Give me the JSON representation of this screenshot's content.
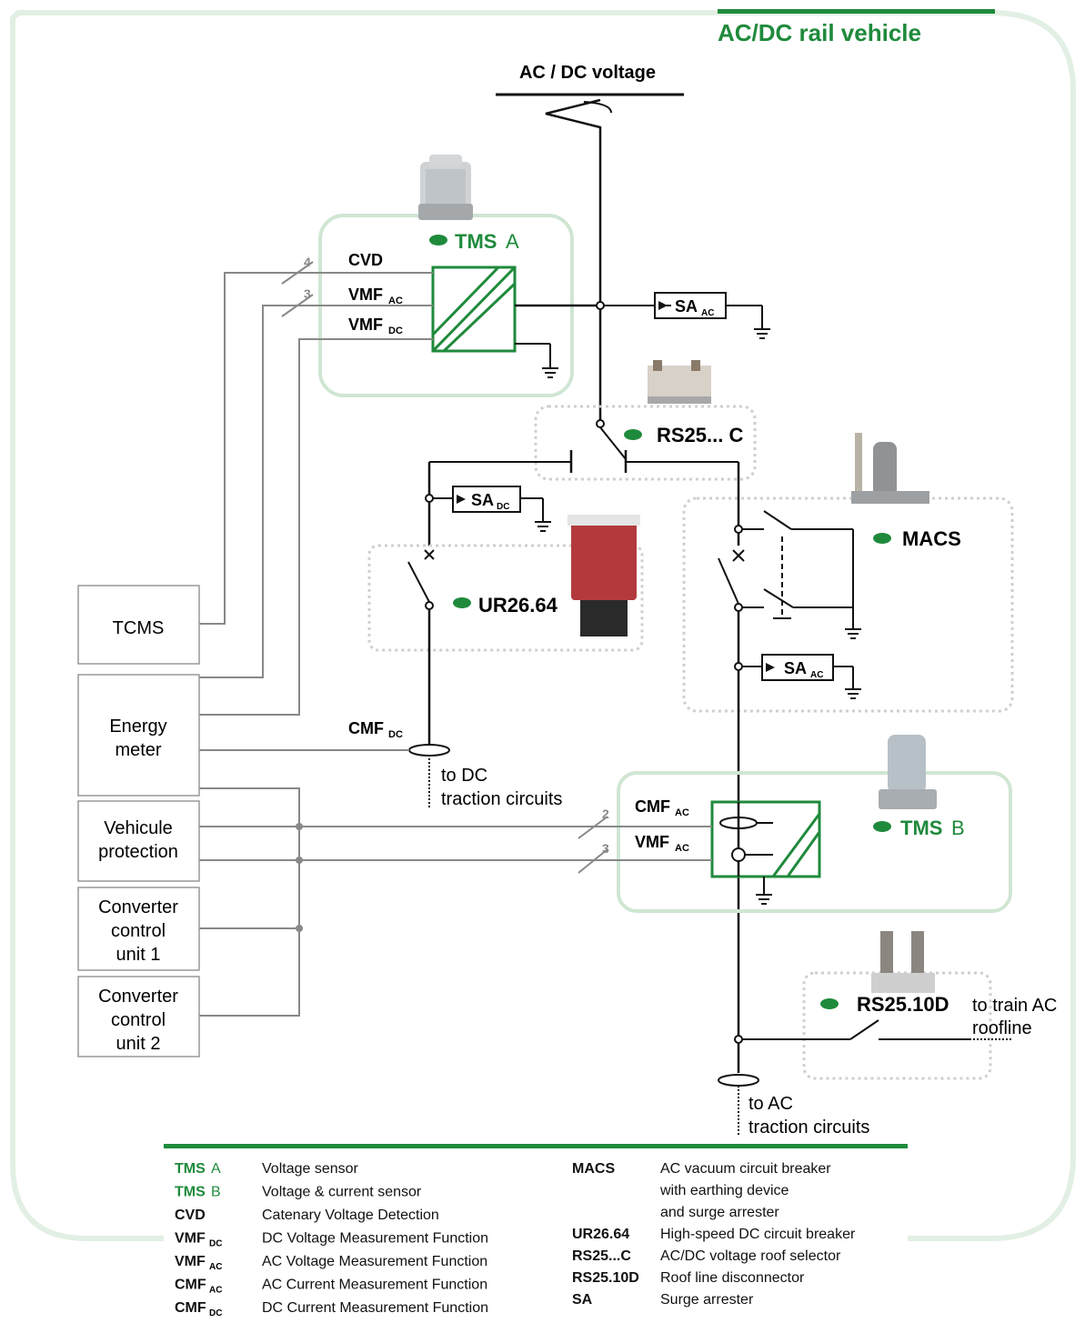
{
  "header": {
    "title": "AC/DC rail vehicle"
  },
  "supply": {
    "label": "AC / DC voltage"
  },
  "components": {
    "tms_a": {
      "name": "TMS",
      "suffix": "A"
    },
    "tms_b": {
      "name": "TMS",
      "suffix": "B"
    },
    "rs25c": "RS25... C",
    "macs": "MACS",
    "ur2664": "UR26.64",
    "rs2510d": "RS25.10D",
    "cvd": "CVD",
    "vmf_ac_a": {
      "base": "VMF",
      "sub": "AC"
    },
    "vmf_dc_a": {
      "base": "VMF",
      "sub": "DC"
    },
    "cmf_dc": {
      "base": "CMF",
      "sub": "DC"
    },
    "cmf_ac_b": {
      "base": "CMF",
      "sub": "AC"
    },
    "vmf_ac_b": {
      "base": "VMF",
      "sub": "AC"
    },
    "sa_ac_top": {
      "base": "SA",
      "sub": "AC"
    },
    "sa_dc": {
      "base": "SA",
      "sub": "DC"
    },
    "sa_ac_macs": {
      "base": "SA",
      "sub": "AC"
    }
  },
  "wire_counts": {
    "cvd": "4",
    "vmf_ac": "3",
    "cmf_ac_b": "2",
    "vmf_ac_b": "3"
  },
  "left_boxes": {
    "tcms": [
      "TCMS"
    ],
    "energy_meter": [
      "Energy",
      "meter"
    ],
    "vehicle_protection": [
      "Vehicule",
      "protection"
    ],
    "ccu1": [
      "Converter",
      "control",
      "unit 1"
    ],
    "ccu2": [
      "Converter",
      "control",
      "unit 2"
    ]
  },
  "notes": {
    "to_dc": [
      "to DC",
      "traction circuits"
    ],
    "to_ac": [
      "to AC",
      "traction circuits"
    ],
    "to_train": [
      "to train AC",
      "roofline"
    ]
  },
  "legend": {
    "left": [
      {
        "key": "TMS",
        "key_suffix": "A",
        "sub": "",
        "desc": "Voltage sensor",
        "green": true
      },
      {
        "key": "TMS",
        "key_suffix": "B",
        "sub": "",
        "desc": "Voltage & current sensor",
        "green": true
      },
      {
        "key": "CVD",
        "key_suffix": "",
        "sub": "",
        "desc": "Catenary Voltage Detection",
        "green": false
      },
      {
        "key": "VMF",
        "key_suffix": "",
        "sub": "DC",
        "desc": "DC Voltage Measurement Function",
        "green": false
      },
      {
        "key": "VMF",
        "key_suffix": "",
        "sub": "AC",
        "desc": "AC Voltage Measurement Function",
        "green": false
      },
      {
        "key": "CMF",
        "key_suffix": "",
        "sub": "AC",
        "desc": "AC Current Measurement Function",
        "green": false
      },
      {
        "key": "CMF",
        "key_suffix": "",
        "sub": "DC",
        "desc": "DC Current Measurement Function",
        "green": false
      }
    ],
    "right": [
      {
        "key": "MACS",
        "desc": [
          "AC vacuum circuit breaker",
          "with earthing device",
          "and surge arrester"
        ]
      },
      {
        "key": "UR26.64",
        "desc": [
          "High-speed DC circuit breaker"
        ]
      },
      {
        "key": "RS25...C",
        "desc": [
          "AC/DC voltage roof selector"
        ]
      },
      {
        "key": "RS25.10D",
        "desc": [
          "Roof line disconnector"
        ]
      },
      {
        "key": "SA",
        "desc": [
          "Surge arrester"
        ]
      }
    ]
  },
  "colors": {
    "accent": "#1f8a3c",
    "frame": "#d6ead9",
    "wire": "#888888",
    "line": "#111111"
  }
}
